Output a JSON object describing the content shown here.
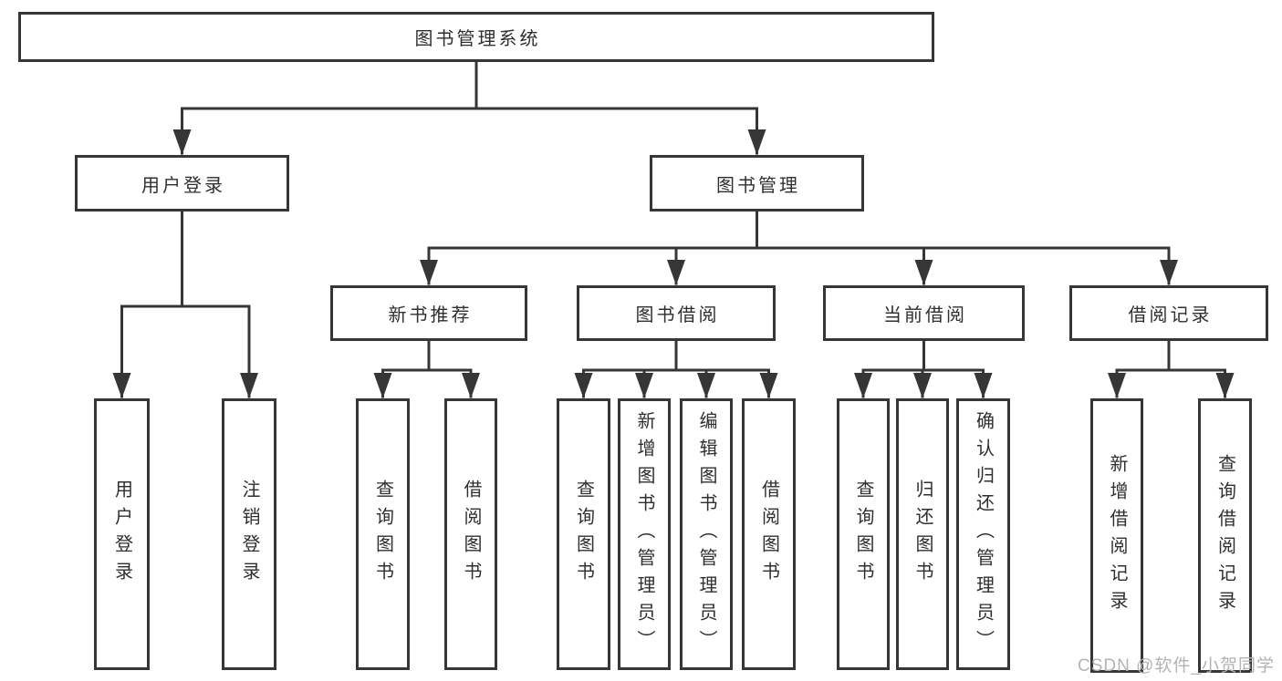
{
  "diagram": {
    "type": "hierarchy-tree",
    "root": {
      "label": "图书管理系统"
    },
    "branches": [
      {
        "label": "用户登录",
        "children": [
          {
            "label": "用户登录"
          },
          {
            "label": "注销登录"
          }
        ]
      },
      {
        "label": "图书管理",
        "children": [
          {
            "label": "新书推荐",
            "children": [
              {
                "label": "查询图书"
              },
              {
                "label": "借阅图书"
              }
            ]
          },
          {
            "label": "图书借阅",
            "children": [
              {
                "label": "查询图书"
              },
              {
                "label": "新增图书（管理员）"
              },
              {
                "label": "编辑图书（管理员）"
              },
              {
                "label": "借阅图书"
              }
            ]
          },
          {
            "label": "当前借阅",
            "children": [
              {
                "label": "查询图书"
              },
              {
                "label": "归还图书"
              },
              {
                "label": "确认归还（管理员）"
              }
            ]
          },
          {
            "label": "借阅记录",
            "children": [
              {
                "label": "新增借阅记录"
              },
              {
                "label": "查询借阅记录"
              }
            ]
          }
        ]
      }
    ]
  },
  "watermark": {
    "text": "CSDN @软件_小贺同学"
  },
  "colors": {
    "line": "#363636",
    "text": "#2f2f2f",
    "background": "#ffffff",
    "watermark": "#b3b3b3"
  }
}
